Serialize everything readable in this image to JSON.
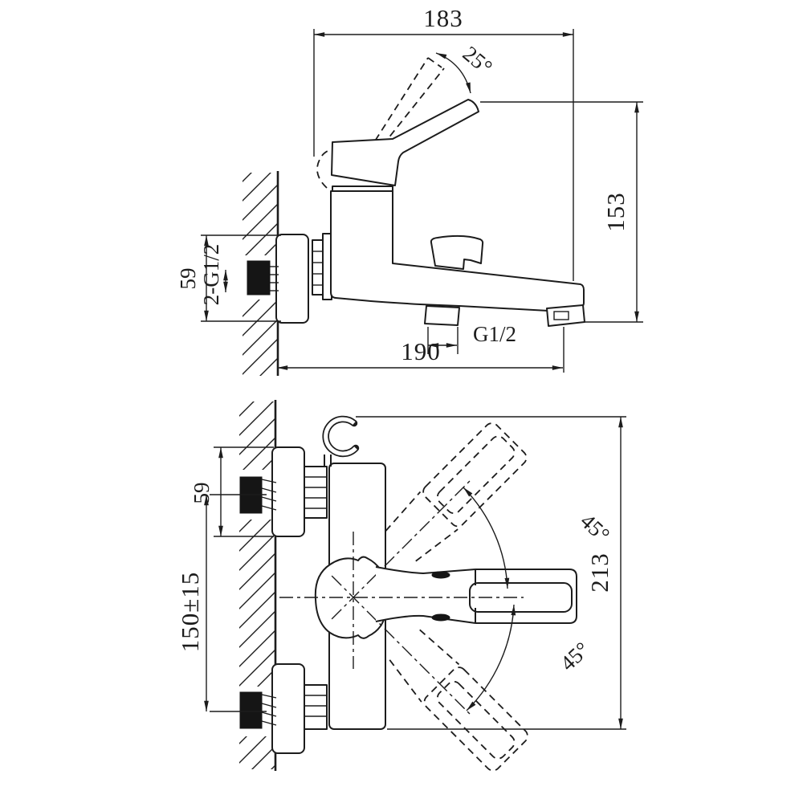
{
  "page": {
    "background": "#ffffff",
    "line_color": "#1c1c1c"
  },
  "side_view": {
    "dim_width_top": "183",
    "dim_handle_angle": "25°",
    "dim_height_right": "153",
    "dim_flange_height": "59",
    "label_wall_threads": "2-G1/2",
    "label_outlet_thread": "G1/2",
    "dim_spout_reach": "190"
  },
  "top_view": {
    "dim_flange_height": "59",
    "dim_connection_spacing": "150±15",
    "dim_total_depth": "213",
    "dim_handle_swing_upper": "45°",
    "dim_handle_swing_lower": "45°"
  }
}
